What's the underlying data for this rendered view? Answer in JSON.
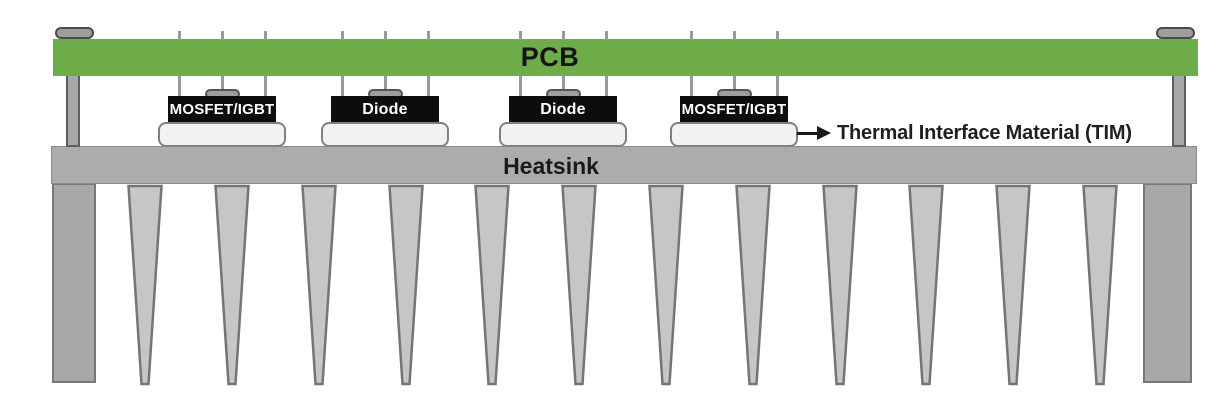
{
  "diagram": {
    "pcb": {
      "label": "PCB"
    },
    "heatsink": {
      "label": "Heatsink",
      "fin_count": 12
    },
    "components": [
      {
        "label": "MOSFET/IGBT"
      },
      {
        "label": "Diode"
      },
      {
        "label": "Diode"
      },
      {
        "label": "MOSFET/IGBT"
      }
    ],
    "tim": {
      "annotation": "Thermal Interface Material (TIM)"
    },
    "colors": {
      "pcb_green": "#6EAC49",
      "metal_gray": "#A8A8A8",
      "metal_border": "#5E5E5E",
      "heatsink_gray": "#ACACAC",
      "fin_fill": "#C6C6C6",
      "fin_border": "#757575",
      "component_black": "#0D0D0D",
      "tim_pad_fill": "#F2F2F2",
      "text_black": "#1A1A1A"
    }
  }
}
